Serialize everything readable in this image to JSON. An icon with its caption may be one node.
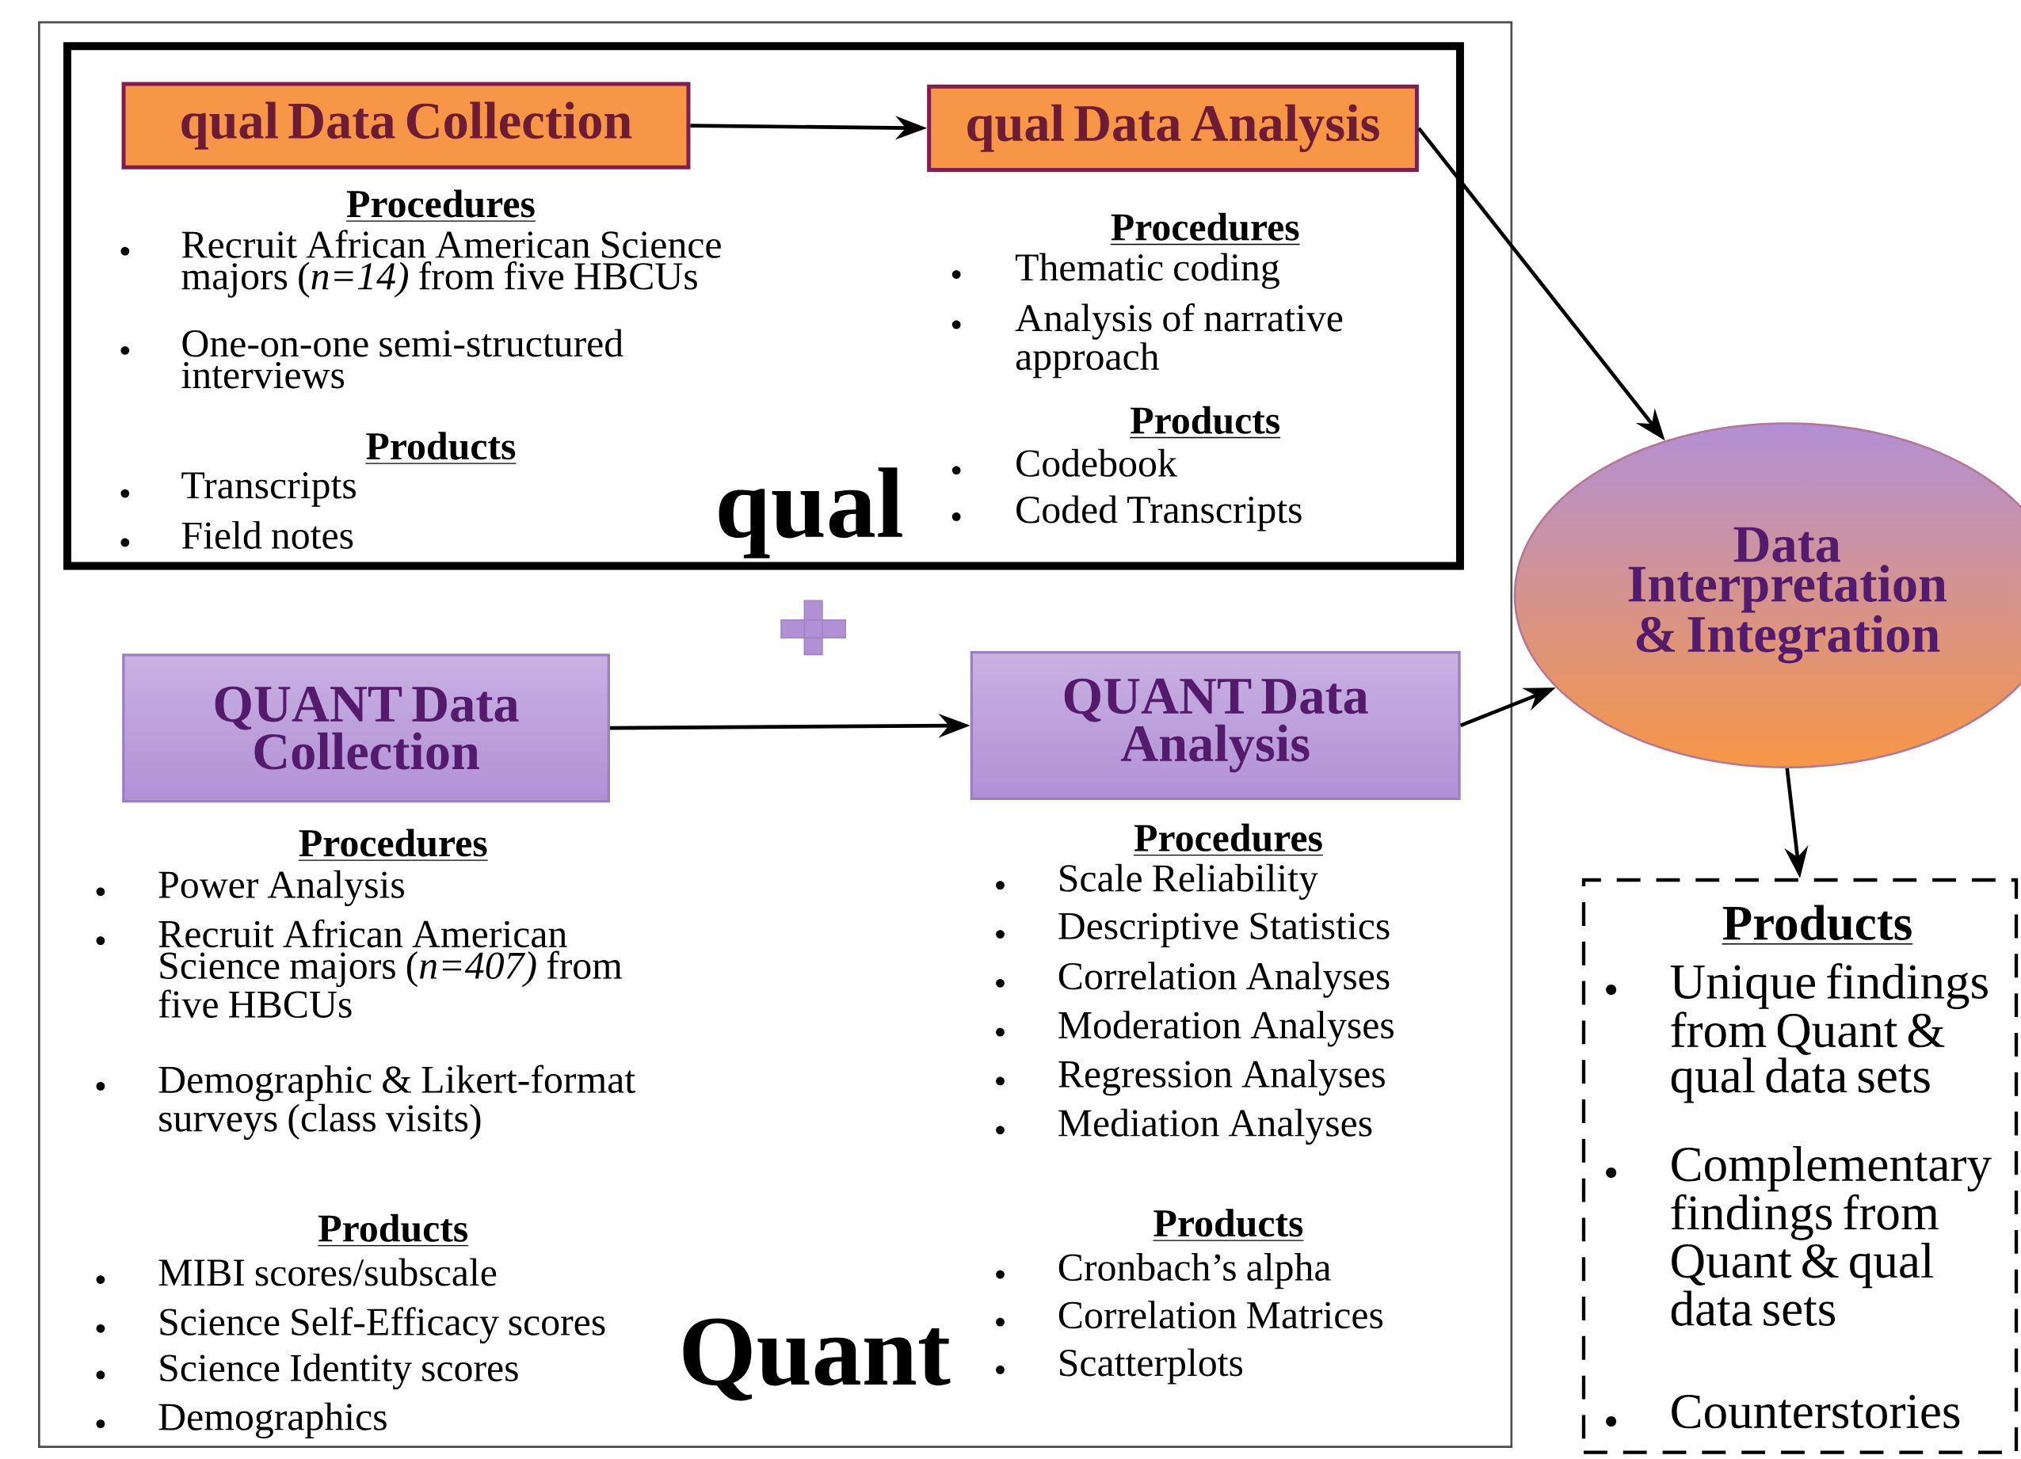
{
  "diagram": {
    "nodes": [
      {
        "text": [
          "Quant"
        ]
      },
      {
        "text": [
          "qual"
        ],
        "in": 0
      },
      {
        "text": [
          "qual Data Collection"
        ],
        "in": 1,
        "beside": [
          "Procedures",
          "Recruit African American Science majors (*n=14)* from five HBCUs",
          "One-on-one semi-structured interviews",
          "Products",
          "Transcripts",
          "Field notes"
        ]
      },
      {
        "text": [
          "qual Data Analysis"
        ],
        "in": 1,
        "beside": [
          "Procedures",
          "Thematic coding",
          "Analysis of narrative approach",
          "Products",
          "Codebook",
          "Coded Transcripts"
        ]
      },
      {
        "text": [
          "QUANT Data Collection"
        ],
        "in": 0,
        "beside": [
          "Procedures",
          "Power Analysis",
          "Recruit African American Science majors (*n=407)* from five HBCUs",
          "Demographic & Likert-format surveys (class visits)",
          "Products",
          "MIBI scores/subscale",
          "Science Self-Efficacy scores",
          "Science Identity scores",
          "Demographics"
        ]
      },
      {
        "text": [
          "QUANT Data Analysis"
        ],
        "in": 0,
        "beside": [
          "Procedures",
          "Scale Reliability",
          "Descriptive Statistics",
          "Correlation Analyses",
          "Moderation Analyses",
          "Regression Analyses",
          "Mediation Analyses",
          "Products",
          "Cronbach’s alpha",
          "Correlation Matrices",
          "Scatterplots"
        ]
      },
      {
        "text": [
          "Data Interpretation & Integration"
        ]
      },
      {
        "text": [
          "Products",
          "Unique findings from Quant & qual data sets",
          "Complementary findings from Quant & qual data sets",
          "Counterstories"
        ]
      }
    ],
    "edges": [
      {
        "from": 2,
        "to": 3,
        "arrow": "to"
      },
      {
        "from": 3,
        "to": 6,
        "arrow": "to"
      },
      {
        "from": 4,
        "to": 5,
        "arrow": "to"
      },
      {
        "from": 5,
        "to": 6,
        "arrow": "to"
      },
      {
        "from": 6,
        "to": 7,
        "arrow": "to"
      }
    ]
  }
}
